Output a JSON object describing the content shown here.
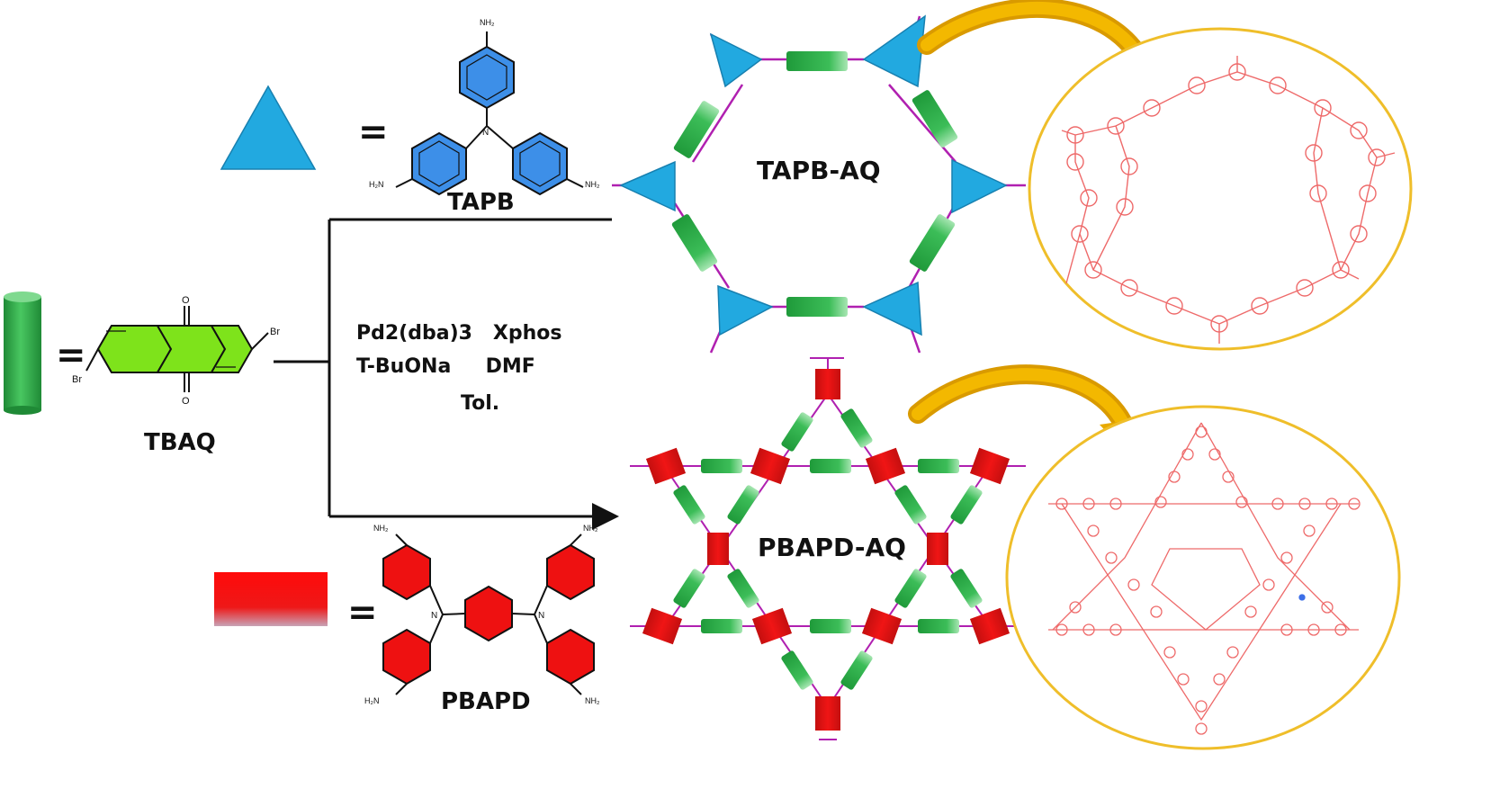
{
  "labels": {
    "tapb": "TAPB",
    "tbaq": "TBAQ",
    "pbapd": "PBAPD",
    "equals": "=",
    "tapb_aq": "TAPB-AQ",
    "pbapd_aq": "PBAPD-AQ"
  },
  "atoms": {
    "nh2": "NH₂",
    "h2n": "H₂N",
    "n": "N",
    "o": "O",
    "br": "Br"
  },
  "conditions": {
    "line1": "Pd2(dba)3   Xphos",
    "line2": "T-BuONa     DMF",
    "line3": "Tol."
  },
  "colors": {
    "triangle": "#22a9e0",
    "cylinder": "#2fb04a",
    "rectangle": "#e8141b",
    "linker": "#b020b0",
    "ring_tapb": "#3d8fe8",
    "ring_tbaq": "#7ee31b",
    "ring_pbapd": "#ee1111",
    "arrow_gold": "#e8aa00",
    "circle_gold": "#efbe2a",
    "structure_red": "#ee6a6a"
  }
}
